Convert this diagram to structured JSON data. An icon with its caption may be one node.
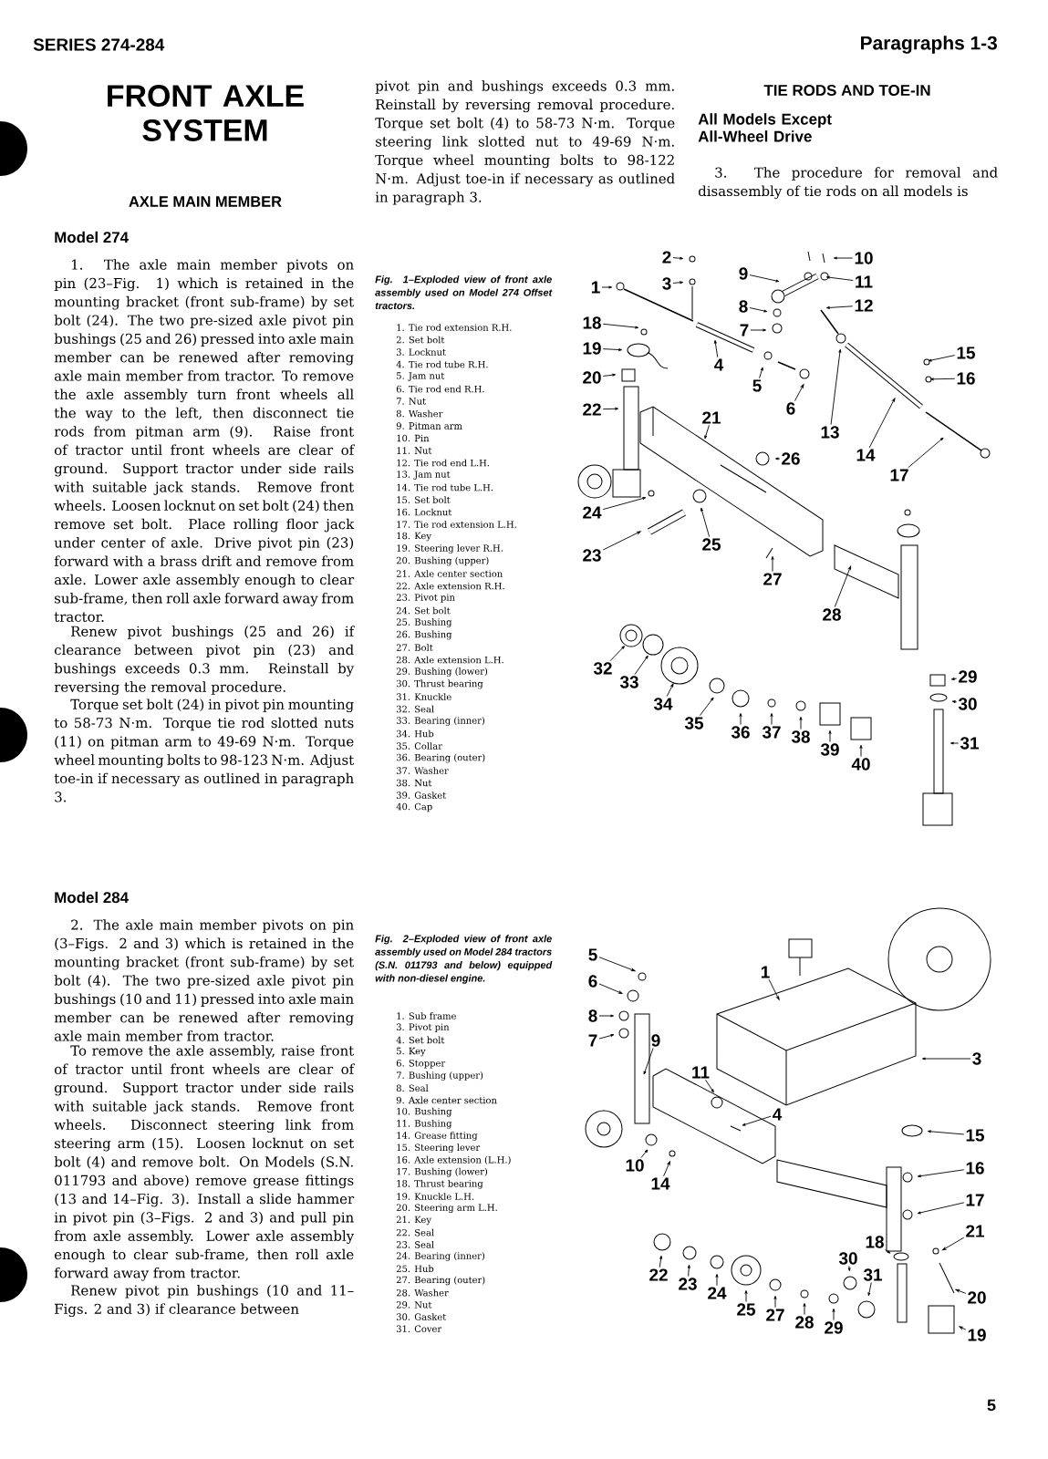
{
  "diagram": {
    "title": "FRONT AXLE SYSTEM",
    "nodes": [
      {
        "text": [
          "1"
        ]
      },
      {
        "text": [
          "2"
        ]
      },
      {
        "text": [
          "3"
        ]
      },
      {
        "text": [
          "4"
        ]
      },
      {
        "text": [
          "5"
        ]
      },
      {
        "text": [
          "6"
        ]
      },
      {
        "text": [
          "7"
        ]
      },
      {
        "text": [
          "8"
        ]
      },
      {
        "text": [
          "9"
        ]
      },
      {
        "text": [
          "10"
        ]
      },
      {
        "text": [
          "11"
        ]
      },
      {
        "text": [
          "12"
        ]
      },
      {
        "text": [
          "13"
        ]
      },
      {
        "text": [
          "14"
        ]
      },
      {
        "text": [
          "15"
        ]
      },
      {
        "text": [
          "16"
        ]
      },
      {
        "text": [
          "17"
        ]
      },
      {
        "text": [
          "18"
        ]
      },
      {
        "text": [
          "19"
        ]
      },
      {
        "text": [
          "20"
        ]
      },
      {
        "text": [
          "21"
        ]
      },
      {
        "text": [
          "22"
        ]
      },
      {
        "text": [
          "23"
        ]
      },
      {
        "text": [
          "24"
        ]
      },
      {
        "text": [
          "25"
        ]
      },
      {
        "text": [
          "26"
        ]
      },
      {
        "text": [
          "27"
        ]
      },
      {
        "text": [
          "28"
        ]
      },
      {
        "text": [
          "29"
        ]
      },
      {
        "text": [
          "30"
        ]
      },
      {
        "text": [
          "31"
        ]
      },
      {
        "text": [
          "32"
        ]
      },
      {
        "text": [
          "33"
        ]
      },
      {
        "text": [
          "34"
        ]
      },
      {
        "text": [
          "35"
        ]
      },
      {
        "text": [
          "36"
        ]
      },
      {
        "text": [
          "37"
        ]
      },
      {
        "text": [
          "38"
        ]
      },
      {
        "text": [
          "39"
        ]
      },
      {
        "text": [
          "40"
        ]
      },
      {
        "text": [
          "5"
        ]
      },
      {
        "text": [
          "6"
        ]
      },
      {
        "text": [
          "8"
        ]
      },
      {
        "text": [
          "7"
        ]
      },
      {
        "text": [
          "9"
        ]
      },
      {
        "text": [
          "1"
        ]
      },
      {
        "text": [
          "3"
        ]
      },
      {
        "text": [
          "11"
        ]
      },
      {
        "text": [
          "4"
        ]
      },
      {
        "text": [
          "10"
        ]
      },
      {
        "text": [
          "14"
        ]
      },
      {
        "text": [
          "15"
        ]
      },
      {
        "text": [
          "16"
        ]
      },
      {
        "text": [
          "17"
        ]
      },
      {
        "text": [
          "21"
        ]
      },
      {
        "text": [
          "18"
        ]
      },
      {
        "text": [
          "20"
        ]
      },
      {
        "text": [
          "19"
        ]
      },
      {
        "text": [
          "22"
        ]
      },
      {
        "text": [
          "23"
        ]
      },
      {
        "text": [
          "24"
        ]
      },
      {
        "text": [
          "25"
        ]
      },
      {
        "text": [
          "27"
        ]
      },
      {
        "text": [
          "28"
        ]
      },
      {
        "text": [
          "29"
        ]
      },
      {
        "text": [
          "30"
        ]
      },
      {
        "text": [
          "31"
        ]
      }
    ],
    "edges": [
      {
        "from": 0,
        "to": null,
        "arrow": "to"
      },
      {
        "from": 1,
        "to": null,
        "arrow": "to"
      },
      {
        "from": 2,
        "to": null,
        "arrow": "to"
      },
      {
        "from": 3,
        "to": null,
        "arrow": "to"
      },
      {
        "from": 4,
        "to": null,
        "arrow": "to"
      },
      {
        "from": 5,
        "to": null,
        "arrow": "to"
      },
      {
        "from": 6,
        "to": null,
        "arrow": "to"
      },
      {
        "from": 7,
        "to": null,
        "arrow": "to"
      },
      {
        "from": 8,
        "to": null,
        "arrow": "to"
      },
      {
        "from": 9,
        "to": null,
        "arrow": "to"
      },
      {
        "from": 10,
        "to": null,
        "arrow": "to"
      },
      {
        "from": 11,
        "to": null,
        "arrow": "to"
      },
      {
        "from": 12,
        "to": null,
        "arrow": "to"
      },
      {
        "from": 13,
        "to": null,
        "arrow": "to"
      },
      {
        "from": 14,
        "to": null,
        "arrow": "to"
      },
      {
        "from": 15,
        "to": null,
        "arrow": "to"
      },
      {
        "from": 16,
        "to": null,
        "arrow": "to"
      },
      {
        "from": 17,
        "to": null,
        "arrow": "to"
      },
      {
        "from": 18,
        "to": null,
        "arrow": "to"
      },
      {
        "from": 19,
        "to": null,
        "arrow": "to"
      },
      {
        "from": 20,
        "to": null,
        "arrow": "to"
      },
      {
        "from": 21,
        "to": null,
        "arrow": "to"
      },
      {
        "from": 22,
        "to": null,
        "arrow": "to"
      },
      {
        "from": 23,
        "to": null,
        "arrow": "to"
      },
      {
        "from": 24,
        "to": null,
        "arrow": "to"
      },
      {
        "from": 25,
        "to": null,
        "arrow": "to"
      },
      {
        "from": 26,
        "to": null,
        "arrow": "to"
      },
      {
        "from": 27,
        "to": null,
        "arrow": "to"
      },
      {
        "from": 28,
        "to": null,
        "arrow": "to"
      },
      {
        "from": 29,
        "to": null,
        "arrow": "to"
      },
      {
        "from": 30,
        "to": null,
        "arrow": "to"
      },
      {
        "from": 31,
        "to": null,
        "arrow": "to"
      },
      {
        "from": 32,
        "to": null,
        "arrow": "to"
      },
      {
        "from": 33,
        "to": null,
        "arrow": "to"
      },
      {
        "from": 34,
        "to": null,
        "arrow": "to"
      },
      {
        "from": 35,
        "to": null,
        "arrow": "to"
      },
      {
        "from": 36,
        "to": null,
        "arrow": "to"
      },
      {
        "from": 37,
        "to": null,
        "arrow": "to"
      },
      {
        "from": 38,
        "to": null,
        "arrow": "to"
      },
      {
        "from": 39,
        "to": null,
        "arrow": "to"
      },
      {
        "from": 40,
        "to": null,
        "arrow": "to"
      },
      {
        "from": 41,
        "to": null,
        "arrow": "to"
      },
      {
        "from": 42,
        "to": null,
        "arrow": "to"
      },
      {
        "from": 43,
        "to": null,
        "arrow": "to"
      },
      {
        "from": 44,
        "to": null,
        "arrow": "to"
      },
      {
        "from": 45,
        "to": null,
        "arrow": "to"
      },
      {
        "from": 46,
        "to": null,
        "arrow": "to"
      },
      {
        "from": 47,
        "to": null,
        "arrow": "to"
      },
      {
        "from": 48,
        "to": null,
        "arrow": "to"
      },
      {
        "from": 49,
        "to": null,
        "arrow": "to"
      },
      {
        "from": 50,
        "to": null,
        "arrow": "to"
      },
      {
        "from": 51,
        "to": null,
        "arrow": "to"
      },
      {
        "from": 52,
        "to": null,
        "arrow": "to"
      },
      {
        "from": 53,
        "to": null,
        "arrow": "to"
      },
      {
        "from": 54,
        "to": null,
        "arrow": "to"
      },
      {
        "from": 55,
        "to": null,
        "arrow": "to"
      },
      {
        "from": 56,
        "to": null,
        "arrow": "to"
      },
      {
        "from": 57,
        "to": null,
        "arrow": "to"
      },
      {
        "from": 58,
        "to": null,
        "arrow": "to"
      },
      {
        "from": 59,
        "to": null,
        "arrow": "to"
      },
      {
        "from": 60,
        "to": null,
        "arrow": "to"
      },
      {
        "from": 61,
        "to": null,
        "arrow": "to"
      },
      {
        "from": 62,
        "to": null,
        "arrow": "to"
      },
      {
        "from": 63,
        "to": null,
        "arrow": "to"
      },
      {
        "from": 64,
        "to": null,
        "arrow": "to"
      },
      {
        "from": 65,
        "to": null,
        "arrow": "to"
      },
      {
        "from": 66,
        "to": null,
        "arrow": "to"
      }
    ],
    "labels": [
      "SERIES 274-284",
      "Paragraphs 1-3",
      "AXLE MAIN MEMBER",
      "Model 274",
      "1. The axle main member pivots on pin (23–Fig. 1) which is retained in the mounting bracket (front sub-frame) by set bolt (24). The two pre-sized axle pivot pin bushings (25 and 26) pressed into axle main member can be renewed after removing axle main member from tractor. To remove the axle assembly turn front wheels all the way to the left, then disconnect tie rods from pitman arm (9). Raise front of tractor until front wheels are clear of ground. Support tractor under side rails with suitable jack stands. Remove front wheels. Loosen locknut on set bolt (24) then remove set bolt. Place rolling floor jack under center of axle. Drive pivot pin (23) forward with a brass drift and remove from axle. Lower axle assembly enough to clear sub-frame, then roll axle forward away from tractor.",
      "Renew pivot bushings (25 and 26) if clearance between pivot pin (23) and bushings exceeds 0.3 mm. Reinstall by reversing the removal procedure.",
      "Torque set bolt (24) in pivot pin mounting to 58-73 N·m. Torque tie rod slotted nuts (11) on pitman arm to 49-69 N·m. Torque wheel mounting bolts to 98-123 N·m. Adjust toe-in if necessary as outlined in paragraph 3.",
      "Model 284",
      "2. The axle main member pivots on pin (3–Figs. 2 and 3) which is retained in the mounting bracket (front sub-frame) by set bolt (4). The two pre-sized axle pivot pin bushings (10 and 11) pressed into axle main member can be renewed after removing axle main member from tractor.",
      "To remove the axle assembly, raise front of tractor until front wheels are clear of ground. Support tractor under side rails with suitable jack stands. Remove front wheels. Disconnect steering link from steering arm (15). Loosen locknut on set bolt (4) and remove bolt. On Models (S.N. 011793 and above) remove grease fittings (13 and 14–Fig. 3). Install a slide hammer in pivot pin (3–Figs. 2 and 3) and pull pin from axle assembly. Lower axle assembly enough to clear sub-frame, then roll axle forward away from tractor.",
      "Renew pivot pin bushings (10 and 11–Figs. 2 and 3) if clearance between",
      "pivot pin and bushings exceeds 0.3 mm. Reinstall by reversing removal procedure. Torque set bolt (4) to 58-73 N·m. Torque steering link slotted nut to 49-69 N·m. Torque wheel mounting bolts to 98-122 N·m. Adjust toe-in if necessary as outlined in paragraph 3.",
      "Fig. 1–Exploded view of front axle assembly used on Model 274 Offset tractors.",
      "1. Tie rod extension R.H.",
      "2. Set bolt",
      "3. Locknut",
      "4. Tie rod tube R.H.",
      "5. Jam nut",
      "6. Tie rod end R.H.",
      "7. Nut",
      "8. Washer",
      "9. Pitman arm",
      "10. Pin",
      "11. Nut",
      "12. Tie rod end L.H.",
      "13. Jam nut",
      "14. Tie rod tube L.H.",
      "15. Set bolt",
      "16. Locknut",
      "17. Tie rod extension L.H.",
      "18. Key",
      "19. Steering lever R.H.",
      "20. Bushing (upper)",
      "21. Axle center section",
      "22. Axle extension R.H.",
      "23. Pivot pin",
      "24. Set bolt",
      "25. Bushing",
      "26. Bushing",
      "27. Bolt",
      "28. Axle extension L.H.",
      "29. Bushing (lower)",
      "30. Thrust bearing",
      "31. Knuckle",
      "32. Seal",
      "33. Bearing (inner)",
      "34. Hub",
      "35. Collar",
      "36. Bearing (outer)",
      "37. Washer",
      "38. Nut",
      "39. Gasket",
      "40. Cap",
      "Fig. 2–Exploded view of front axle assembly used on Model 284 tractors (S.N. 011793 and below) equipped with non-diesel engine.",
      "1. Sub frame",
      "3. Pivot pin",
      "4. Set bolt",
      "5. Key",
      "6. Stopper",
      "7. Bushing (upper)",
      "8. Seal",
      "9. Axle center section",
      "10. Bushing",
      "11. Bushing",
      "14. Grease fitting",
      "15. Steering lever",
      "16. Axle extension (L.H.)",
      "17. Bushing (lower)",
      "18. Thrust bearing",
      "19. Knuckle L.H.",
      "20. Steering arm L.H.",
      "21. Key",
      "22. Seal",
      "23. Seal",
      "24. Bearing (inner)",
      "25. Hub",
      "27. Bearing (outer)",
      "28. Washer",
      "29. Nut",
      "30. Gasket",
      "31. Cover",
      "TIE RODS AND TOE-IN",
      "All Models Except All-Wheel Drive",
      "3. The procedure for removal and disassembly of tie rods on all models is",
      "5"
    ]
  }
}
